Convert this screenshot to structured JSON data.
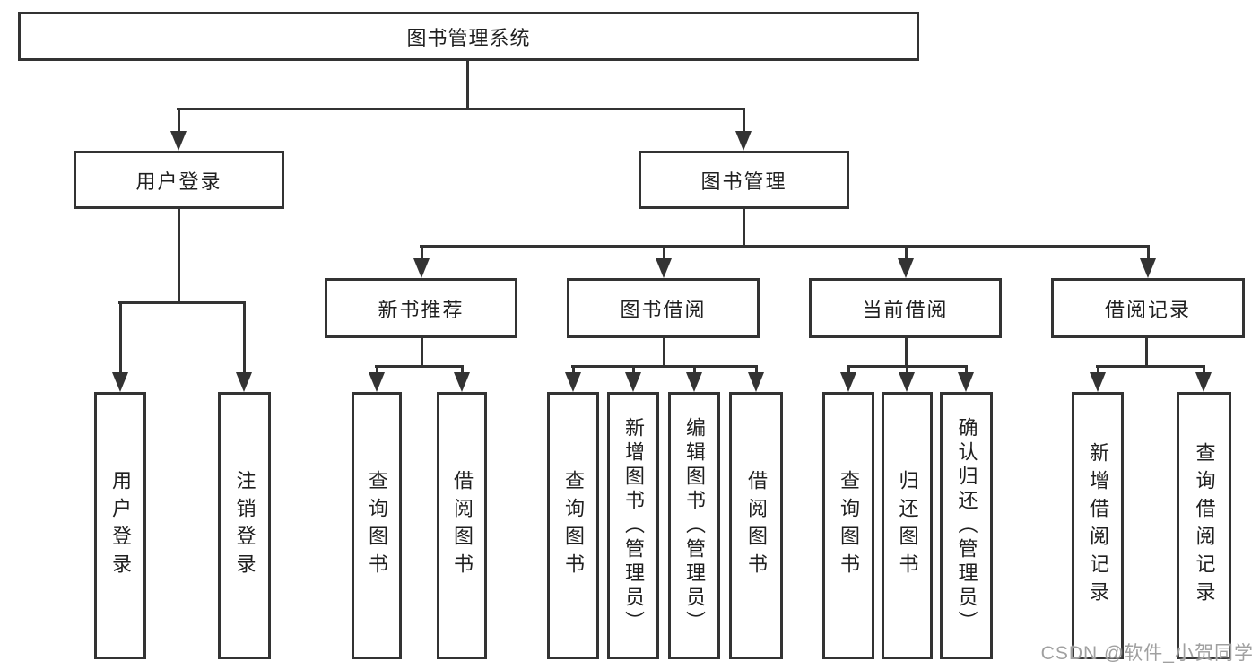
{
  "title": "图书管理系统",
  "level2": {
    "user_login": "用户登录",
    "book_mgmt": "图书管理"
  },
  "level3": {
    "new_book_rec": "新书推荐",
    "book_borrow": "图书借阅",
    "current_borrow": "当前借阅",
    "borrow_records": "借阅记录"
  },
  "leaves": {
    "user_login_1": "用户登录",
    "user_login_2": "注销登录",
    "new_book_1": "查询图书",
    "new_book_2": "借阅图书",
    "borrow_1": "查询图书",
    "borrow_2": "新增图书（管理员）",
    "borrow_3": "编辑图书（管理员）",
    "borrow_4": "借阅图书",
    "current_1": "查询图书",
    "current_2": "归还图书",
    "current_3": "确认归还（管理员）",
    "records_1": "新增借阅记录",
    "records_2": "查询借阅记录"
  },
  "watermark": "CSDN @软件_小贺同学",
  "colors": {
    "line": "#333333",
    "text": "#1f1f1f",
    "watermark": "#a0a0a0",
    "background": "#ffffff"
  }
}
